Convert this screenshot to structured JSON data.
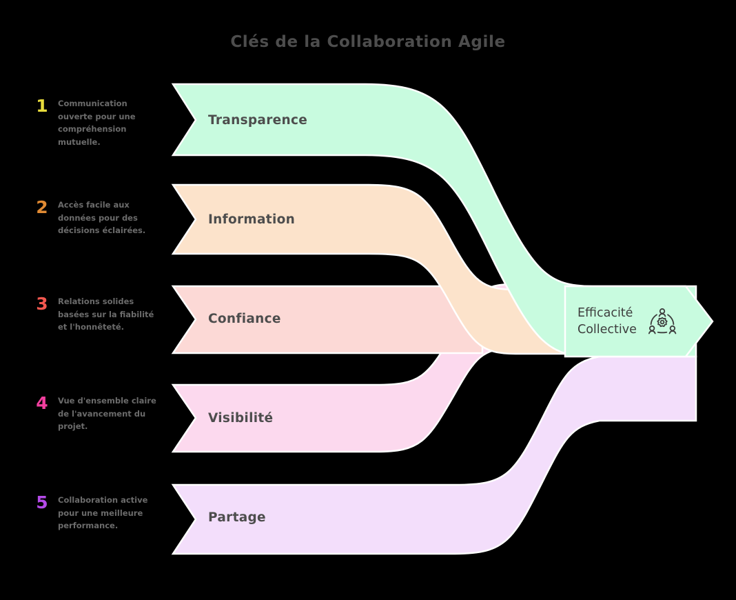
{
  "header": {
    "title": "Clés de la Collaboration Agile"
  },
  "colors": {
    "background": "#000000",
    "title": "#4d4d4d",
    "legend_text": "#6b6b6b",
    "ribbon_label": "#4d4d4d",
    "stroke": "#ffffff",
    "outcome_fill": "#c8fbdf",
    "outcome_text": "#3d3d3d"
  },
  "steps": [
    {
      "number": "1",
      "number_color": "#e8dc3c",
      "label": "Transparence",
      "description": "Communication ouverte pour une compréhension mutuelle.",
      "fill": "#c8fbdf"
    },
    {
      "number": "2",
      "number_color": "#e08a33",
      "label": "Information",
      "description": "Accès facile aux données pour des décisions éclairées.",
      "fill": "#fce3cb"
    },
    {
      "number": "3",
      "number_color": "#f2574f",
      "label": "Confiance",
      "description": "Relations solides basées sur la fiabilité et l'honnêteté.",
      "fill": "#fcd9d6"
    },
    {
      "number": "4",
      "number_color": "#f23f9e",
      "label": "Visibilité",
      "description": "Vue d'ensemble claire de l'avancement du projet.",
      "fill": "#fcd9ee"
    },
    {
      "number": "5",
      "number_color": "#b44ae8",
      "label": "Partage",
      "description": "Collaboration active pour une meilleure performance.",
      "fill": "#f3defb"
    }
  ],
  "outcome": {
    "line1": "Efficacité",
    "line2": "Collective",
    "icon": "teamwork-gear-icon",
    "fill": "#c8fbdf"
  },
  "diagram": {
    "type": "sankey-convergence",
    "inputs": 5,
    "outputs": 1,
    "direction": "left-to-right"
  }
}
